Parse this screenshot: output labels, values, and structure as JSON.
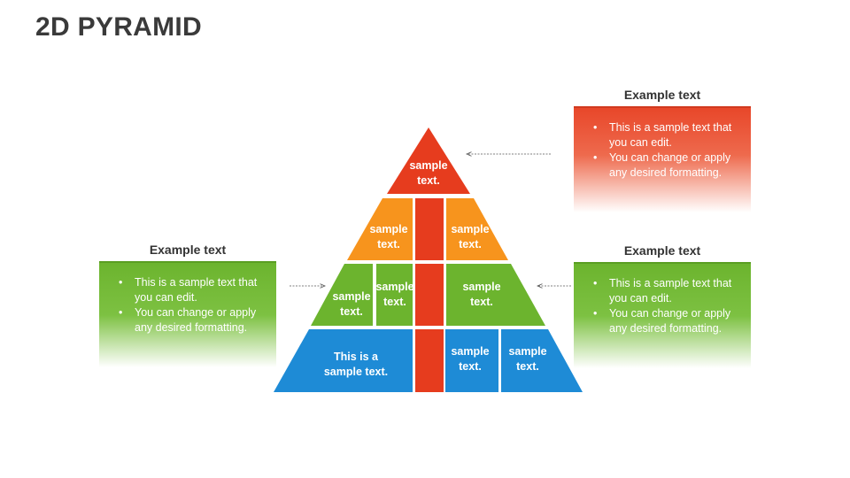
{
  "title": "2D PYRAMID",
  "colors": {
    "red": "#e63c1e",
    "orange": "#f7941d",
    "green": "#6cb42e",
    "blue": "#1e8bd6"
  },
  "pyramid": {
    "apex_label": "sample\ntext.",
    "tier2_left": "sample\ntext.",
    "tier2_right": "sample\ntext.",
    "tier3_left": "sample\ntext.",
    "tier3_midleft": "sample\ntext.",
    "tier3_right": "sample\ntext.",
    "tier4_left": "This is a\nsample text.",
    "tier4_mid": "sample\ntext.",
    "tier4_right": "sample\ntext."
  },
  "callouts": {
    "top_right": {
      "heading": "Example text",
      "bullets": [
        "This is a sample text that you can edit.",
        "You can change or apply any desired formatting."
      ]
    },
    "left": {
      "heading": "Example text",
      "bullets": [
        "This is a sample text that you can edit.",
        "You can change or apply any desired formatting."
      ]
    },
    "right": {
      "heading": "Example text",
      "bullets": [
        "This is a sample text that you can edit.",
        "You can change or apply any desired formatting."
      ]
    }
  }
}
